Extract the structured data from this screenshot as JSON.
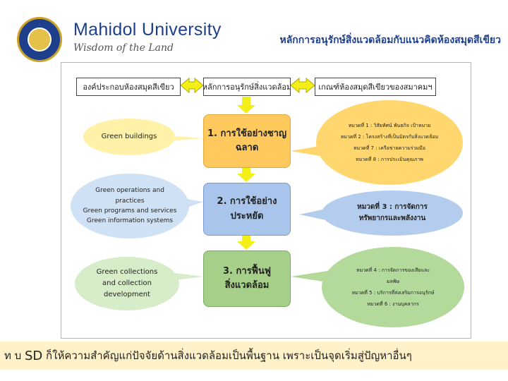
{
  "header": {
    "brand": "Mahidol University",
    "tagline": "Wisdom of the Land",
    "title": "หลักการอนุรักษ์สิ่งแวดล้อมกับแนวคิดห้องสมุดสีเขียว"
  },
  "top_row": {
    "left": "องค์ประกอบห้องสมุดสีเขียว",
    "center": "หลักการอนุรักษ์สิ่งแวดล้อม",
    "right": "เกณฑ์ห้องสมุดสีเขียวของสมาคมฯ"
  },
  "steps": [
    {
      "line1": "1. การใช้อย่างชาญ",
      "line2": "ฉลาด"
    },
    {
      "line1": "2. การใช้อย่าง",
      "line2": "ประหยัด"
    },
    {
      "line1": "3. การฟื้นฟู",
      "line2": "สิ่งแวดล้อม"
    }
  ],
  "left_bubbles": [
    {
      "lines": [
        "Green buildings"
      ]
    },
    {
      "lines": [
        "Green operations and",
        "practices",
        "Green programs and services",
        "Green information systems"
      ]
    },
    {
      "lines": [
        "Green collections",
        "and collection",
        "development"
      ]
    }
  ],
  "right_bubbles": [
    {
      "lines": [
        "หมวดที่ 1 : วิสัยทัศน์ พันธกิจ เป้าหมาย",
        "หมวดที่ 2 : โครงสร้างที่เป็นมิตรกับสิ่งแวดล้อม",
        "หมวดที่ 7 : เครือข่ายความร่วมมือ",
        "หมวดที่ 8 : การประเมินคุณภาพ"
      ]
    },
    {
      "lines": [
        "หมวดที่ 3 : การจัดการ",
        "ทรัพยากรและพลังงาน"
      ]
    },
    {
      "lines": [
        "หมวดที่ 4 : การจัดการของเสียและ",
        "มลพิษ",
        "หมวดที่ 5 : บริการที่ส่งเสริมการอนุรักษ์",
        "หมวดที่ 6 : งานบุคลากร"
      ]
    }
  ],
  "footer": {
    "prefix": "ท บ",
    "highlight": "SD",
    "text": "ก็ให้ความสำคัญแก่ปัจจัยด้านสิ่งแวดล้อมเป็นพื้นฐาน เพราะเป็นจุดเริ่มสู่ปัญหาอื่นๆ"
  },
  "colors": {
    "brand_blue": "#1d3f8c",
    "step1": "#ffc95e",
    "step2": "#a9c5eb",
    "step3": "#a6d08a",
    "left_bubble1": "#fff2a8",
    "left_bubble2": "#cfe1f4",
    "left_bubble3": "#d7ecc8",
    "right_bubble1": "#ffd76e",
    "right_bubble2": "#b4cdee",
    "right_bubble3": "#b3d99b",
    "arrow_yellow": "#f3ee16",
    "footer_bg": "#fff1c8"
  },
  "icons": [
    "university-seal-icon",
    "double-arrow-icon",
    "down-arrow-icon"
  ]
}
